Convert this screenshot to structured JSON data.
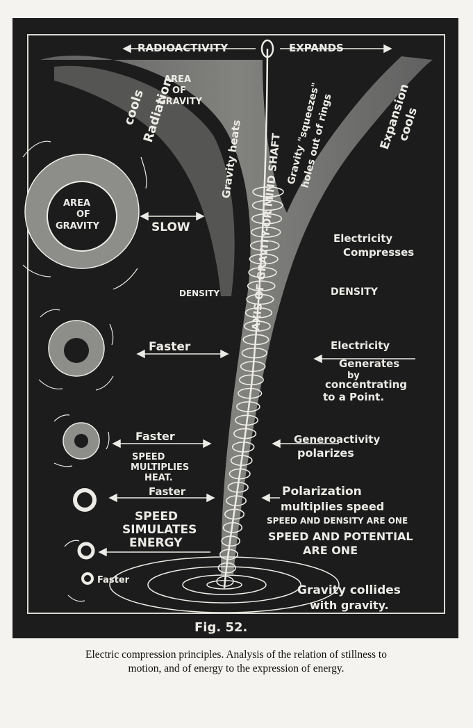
{
  "figure": {
    "number_label": "Fig. 52.",
    "caption_line1": "Electric compression principles. Analysis of the relation of stillness to",
    "caption_line2": "motion, and of energy to the expression of energy."
  },
  "board": {
    "top": {
      "radioactivity": "RADIOACTIVITY",
      "expands": "EXPANDS"
    },
    "left_funnel": {
      "radiation": "Radiation",
      "cools": "cools",
      "area_of_gravity_line1": "AREA",
      "area_of_gravity_line2": "OF",
      "area_of_gravity_line3": "GRAVITY",
      "gravity_heats": "Gravity heats"
    },
    "center": {
      "axis_label": "AXIS OF GRAVITY-OR MIND SHAFT",
      "gravity_squeezes": "Gravity \"squeezes\"",
      "holes_out": "holes out of rings"
    },
    "right_funnel": {
      "expansion": "Expansion",
      "cools": "cools"
    },
    "left_column": {
      "big_circle_line1": "AREA",
      "big_circle_line2": "OF",
      "big_circle_line3": "GRAVITY",
      "slow": "SLOW",
      "density_left": "DENSITY",
      "faster1": "Faster",
      "faster2": "Faster",
      "speed_multiplies_line1": "SPEED",
      "speed_multiplies_line2": "MULTIPLIES",
      "speed_multiplies_line3": "HEAT.",
      "faster3": "Faster",
      "speed_simulates_line1": "SPEED",
      "speed_simulates_line2": "SIMULATES",
      "speed_simulates_line3": "ENERGY",
      "faster4": "Faster"
    },
    "right_column": {
      "electricity_compresses_line1": "Electricity",
      "electricity_compresses_line2": "Compresses",
      "density_right": "DENSITY",
      "electricity_generates_line1": "Electricity",
      "electricity_generates_line2": "Generates",
      "electricity_generates_line3": "by",
      "electricity_generates_line4": "concentrating",
      "electricity_generates_line5": "to a Point.",
      "generoactivity_line1": "Generoactivity",
      "generoactivity_line2": "polarizes",
      "polarization_line1": "Polarization",
      "polarization_line2": "multiplies speed",
      "speed_density": "SPEED AND DENSITY ARE ONE",
      "speed_potential_line1": "SPEED AND POTENTIAL",
      "speed_potential_line2": "ARE ONE",
      "gravity_collides_line1": "Gravity collides",
      "gravity_collides_line2": "with gravity."
    }
  },
  "colors": {
    "board": "#1c1c1c",
    "chalk": "#ecebe6",
    "funnel": "#8a8a88",
    "page": "#f4f3ef"
  }
}
